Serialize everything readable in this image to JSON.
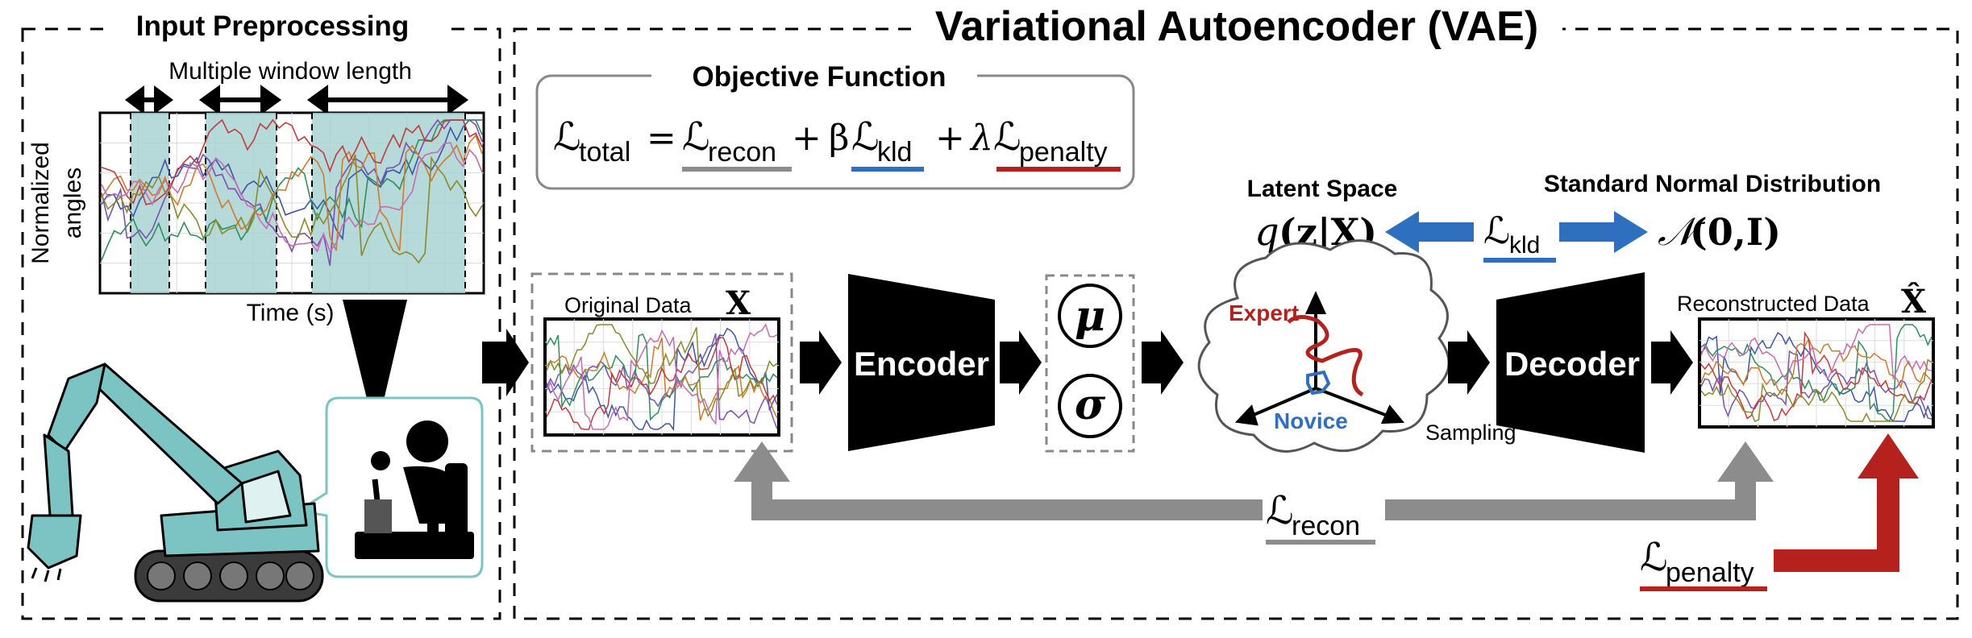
{
  "sections": {
    "input_title": "Input Preprocessing",
    "vae_title": "Variational Autoencoder (VAE)"
  },
  "input": {
    "window_label": "Multiple window length",
    "y_axis_label_line1": "Normalized",
    "y_axis_label_line2": "angles",
    "x_axis_label": "Time (s)"
  },
  "objective": {
    "title": "Objective Function",
    "lhs_symbol": "ℒ",
    "lhs_sub": "total",
    "equals": "=",
    "term1_symbol": "ℒ",
    "term1_sub": "recon",
    "plus1": "+",
    "term2_coef": "β",
    "term2_symbol": "ℒ",
    "term2_sub": "kld",
    "plus2": "+",
    "term3_coef": "λ",
    "term3_symbol": "ℒ",
    "term3_sub": "penalty"
  },
  "original": {
    "label": "Original Data",
    "symbol": "X"
  },
  "encoder": {
    "label": "Encoder"
  },
  "params": {
    "mu": "μ",
    "sigma": "σ"
  },
  "latent": {
    "title": "Latent Space",
    "expr_q": "q",
    "expr_args": "(z|X)",
    "expert": "Expert",
    "novice": "Novice",
    "sampling": "Sampling"
  },
  "kld": {
    "symbol": "ℒ",
    "sub": "kld"
  },
  "normal": {
    "title": "Standard Normal Distribution",
    "expr": "𝒩",
    "args": "(0,I)"
  },
  "decoder": {
    "label": "Decoder"
  },
  "reconstructed": {
    "label": "Reconstructed Data",
    "symbol": "X̂"
  },
  "losses": {
    "recon_symbol": "ℒ",
    "recon_sub": "recon",
    "penalty_symbol": "ℒ",
    "penalty_sub": "penalty"
  },
  "colors": {
    "recon_gray": "#8c8c8c",
    "kld_blue": "#2f6fc0",
    "penalty_red": "#b5221d",
    "window_teal": "#a8d4d2",
    "excavator_teal": "#7cc3c3",
    "expert_red": "#b5221d",
    "novice_blue": "#2f6fc0"
  }
}
